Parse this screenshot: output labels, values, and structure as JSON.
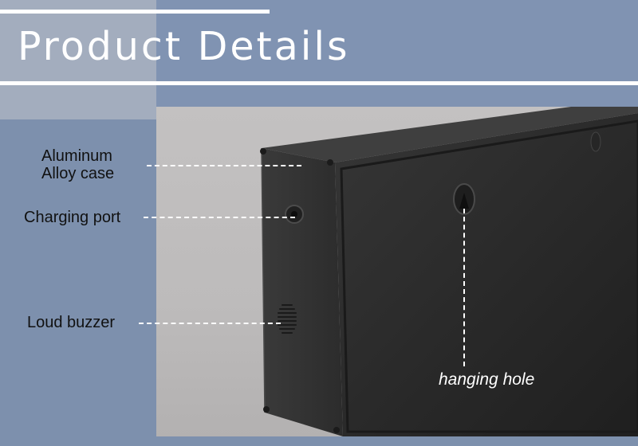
{
  "header": {
    "title": "Product Details"
  },
  "callouts": {
    "case_line1": "Aluminum",
    "case_line2": "Alloy case",
    "charging": "Charging port",
    "buzzer": "Loud buzzer",
    "hanging": "hanging hole"
  },
  "colors": {
    "background": "#7d90ad",
    "accent_rule": "#ffffff",
    "device": "#2b2b2b"
  }
}
